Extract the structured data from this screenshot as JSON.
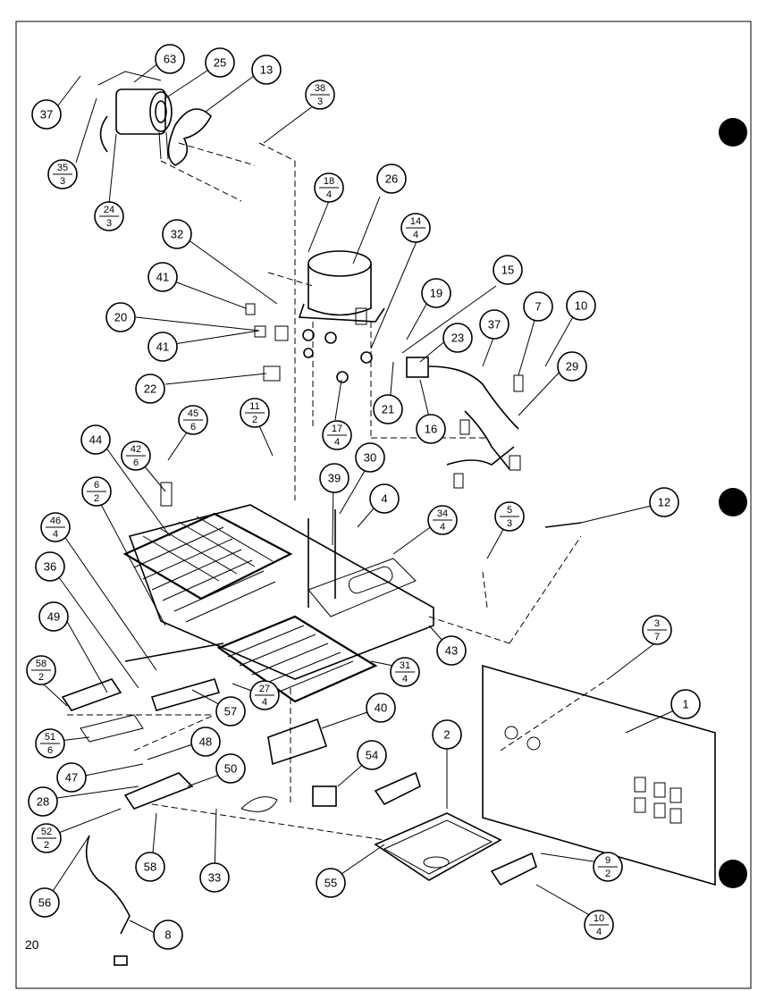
{
  "page_number": "20",
  "callouts": [
    {
      "id": "c63",
      "text": "63"
    },
    {
      "id": "c25",
      "text": "25"
    },
    {
      "id": "c13",
      "text": "13"
    },
    {
      "id": "c37a",
      "text": "37"
    },
    {
      "id": "c38_3",
      "num": "38",
      "den": "3"
    },
    {
      "id": "c35_3",
      "num": "35",
      "den": "3"
    },
    {
      "id": "c24_3",
      "num": "24",
      "den": "3"
    },
    {
      "id": "c26",
      "text": "26"
    },
    {
      "id": "c18_4",
      "num": "18",
      "den": "4"
    },
    {
      "id": "c14_4",
      "num": "14",
      "den": "4"
    },
    {
      "id": "c32",
      "text": "32"
    },
    {
      "id": "c41a",
      "text": "41"
    },
    {
      "id": "c20",
      "text": "20"
    },
    {
      "id": "c41b",
      "text": "41"
    },
    {
      "id": "c22",
      "text": "22"
    },
    {
      "id": "c15",
      "text": "15"
    },
    {
      "id": "c19",
      "text": "19"
    },
    {
      "id": "c23",
      "text": "23"
    },
    {
      "id": "c37b",
      "text": "37"
    },
    {
      "id": "c7",
      "text": "7"
    },
    {
      "id": "c10",
      "text": "10"
    },
    {
      "id": "c29",
      "text": "29"
    },
    {
      "id": "c21",
      "text": "21"
    },
    {
      "id": "c16",
      "text": "16"
    },
    {
      "id": "c17_4",
      "num": "17",
      "den": "4"
    },
    {
      "id": "c11_2",
      "num": "11",
      "den": "2"
    },
    {
      "id": "c45_6",
      "num": "45",
      "den": "6"
    },
    {
      "id": "c42_6",
      "num": "42",
      "den": "6"
    },
    {
      "id": "c44",
      "text": "44"
    },
    {
      "id": "c6_2",
      "num": "6",
      "den": "2"
    },
    {
      "id": "c39",
      "text": "39"
    },
    {
      "id": "c30",
      "text": "30"
    },
    {
      "id": "c4",
      "text": "4"
    },
    {
      "id": "c34_4",
      "num": "34",
      "den": "4"
    },
    {
      "id": "c5_3",
      "num": "5",
      "den": "3"
    },
    {
      "id": "c12",
      "text": "12"
    },
    {
      "id": "c46_4",
      "num": "46",
      "den": "4"
    },
    {
      "id": "c36",
      "text": "36"
    },
    {
      "id": "c43",
      "text": "43"
    },
    {
      "id": "c49",
      "text": "49"
    },
    {
      "id": "c31_4",
      "num": "31",
      "den": "4"
    },
    {
      "id": "c58_2",
      "num": "58",
      "den": "2"
    },
    {
      "id": "c3_7",
      "num": "3",
      "den": "7"
    },
    {
      "id": "c27_4",
      "num": "27",
      "den": "4"
    },
    {
      "id": "c57",
      "text": "57"
    },
    {
      "id": "c1",
      "text": "1"
    },
    {
      "id": "c40",
      "text": "40"
    },
    {
      "id": "c51_6",
      "num": "51",
      "den": "6"
    },
    {
      "id": "c48",
      "text": "48"
    },
    {
      "id": "c2",
      "text": "2"
    },
    {
      "id": "c47",
      "text": "47"
    },
    {
      "id": "c54",
      "text": "54"
    },
    {
      "id": "c50",
      "text": "50"
    },
    {
      "id": "c28",
      "text": "28"
    },
    {
      "id": "c52_2",
      "num": "52",
      "den": "2"
    },
    {
      "id": "c58b",
      "text": "58"
    },
    {
      "id": "c33",
      "text": "33"
    },
    {
      "id": "c9_2",
      "num": "9",
      "den": "2"
    },
    {
      "id": "c55",
      "text": "55"
    },
    {
      "id": "c56",
      "text": "56"
    },
    {
      "id": "c8",
      "text": "8"
    },
    {
      "id": "c10_4",
      "num": "10",
      "den": "4"
    }
  ]
}
